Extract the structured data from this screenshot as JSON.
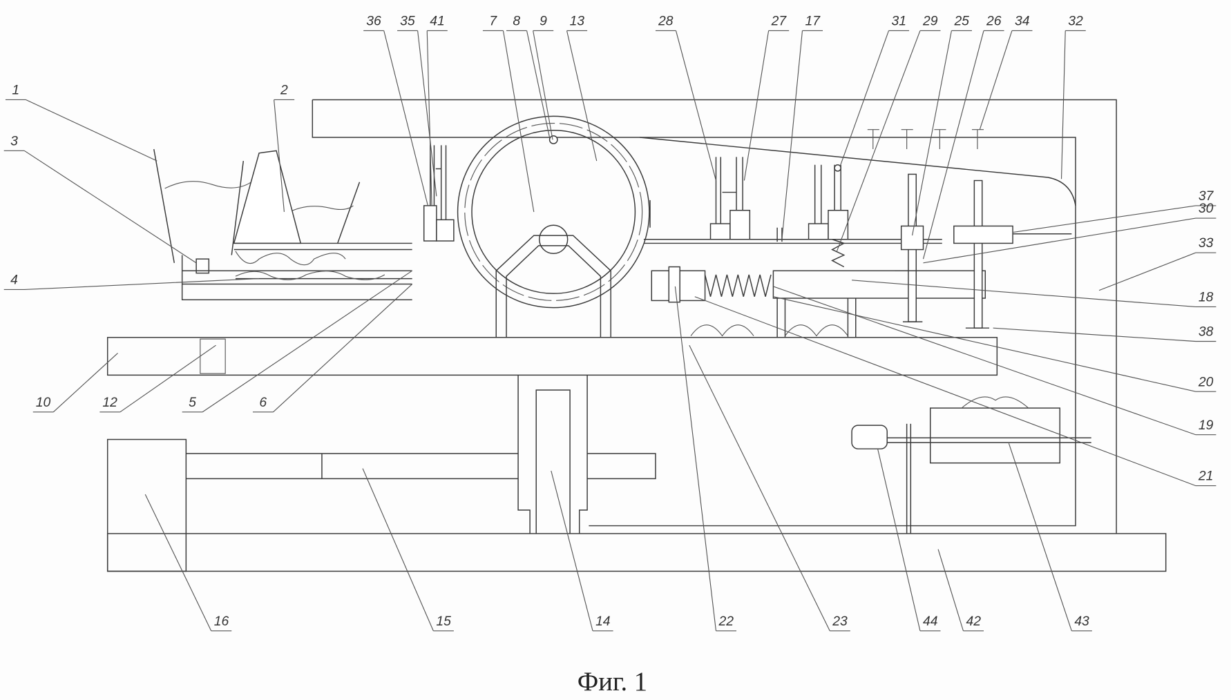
{
  "figure": {
    "caption": "Фиг. 1",
    "labels": [
      "1",
      "2",
      "3",
      "4",
      "5",
      "6",
      "7",
      "8",
      "9",
      "10",
      "12",
      "13",
      "14",
      "15",
      "16",
      "17",
      "18",
      "19",
      "20",
      "21",
      "22",
      "23",
      "25",
      "26",
      "27",
      "28",
      "29",
      "30",
      "31",
      "32",
      "33",
      "34",
      "35",
      "36",
      "37",
      "38",
      "41",
      "42",
      "43",
      "44"
    ]
  }
}
